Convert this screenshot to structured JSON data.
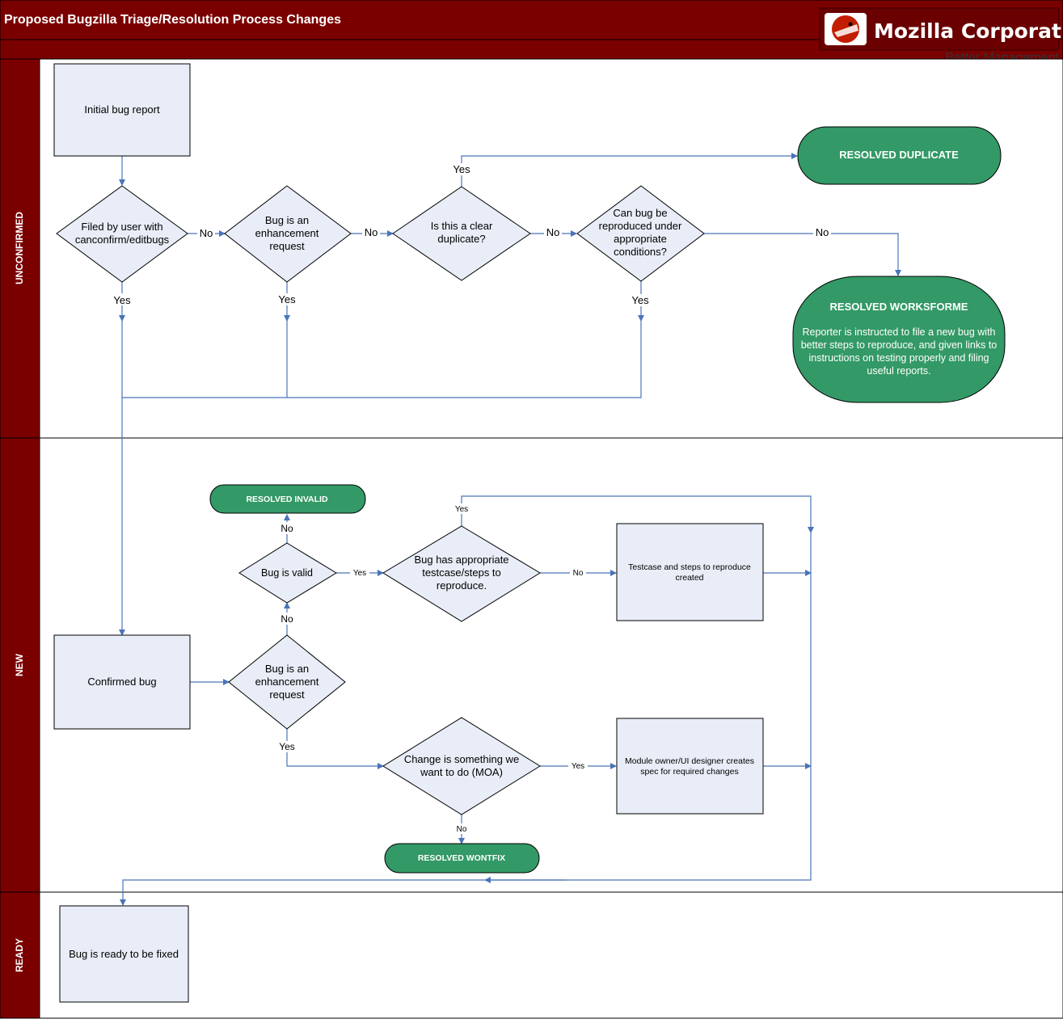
{
  "header": {
    "title": "Proposed Bugzilla Triage/Resolution Process Changes",
    "logo_text": "Mozilla Corporation",
    "logo_subtext": "Better Management"
  },
  "lanes": {
    "unconfirmed": "UNCONFIRMED",
    "new": "NEW",
    "ready": "READY"
  },
  "nodes": {
    "initial_report": "Initial bug report",
    "filed_by_user": [
      "Filed by user with",
      "canconfirm/editbugs"
    ],
    "enh_request_1": [
      "Bug is an",
      "enhancement",
      "request"
    ],
    "clear_duplicate": [
      "Is this a clear",
      "duplicate?"
    ],
    "can_reproduce": [
      "Can bug be",
      "reproduced under",
      "appropriate",
      "conditions?"
    ],
    "resolved_duplicate": "RESOLVED DUPLICATE",
    "resolved_worksforme_title": "RESOLVED WORKSFORME",
    "resolved_worksforme_body": [
      "Reporter is instructed to file a new bug with",
      "better steps to reproduce, and given links to",
      "instructions on testing properly and filing",
      "useful reports."
    ],
    "resolved_invalid": "RESOLVED INVALID",
    "bug_valid": "Bug is valid",
    "appropriate_testcase": [
      "Bug has appropriate",
      "testcase/steps to",
      "reproduce."
    ],
    "testcase_created": [
      "Testcase and steps to reproduce",
      "created"
    ],
    "confirmed_bug": "Confirmed bug",
    "enh_request_2": [
      "Bug is an",
      "enhancement",
      "request"
    ],
    "change_wanted": [
      "Change is something we",
      "want to do (MOA)"
    ],
    "module_owner": [
      "Module owner/UI designer creates",
      "spec for required changes"
    ],
    "resolved_wontfix": "RESOLVED WONTFIX",
    "ready_to_fix": "Bug is ready to be fixed"
  },
  "edge_labels": {
    "no": "No",
    "yes": "Yes"
  },
  "colors": {
    "lane_fill": "#7a0000",
    "process_fill": "#e8edf7",
    "terminal_fill": "#339966",
    "connector": "#4a74b8",
    "border": "#000000"
  }
}
